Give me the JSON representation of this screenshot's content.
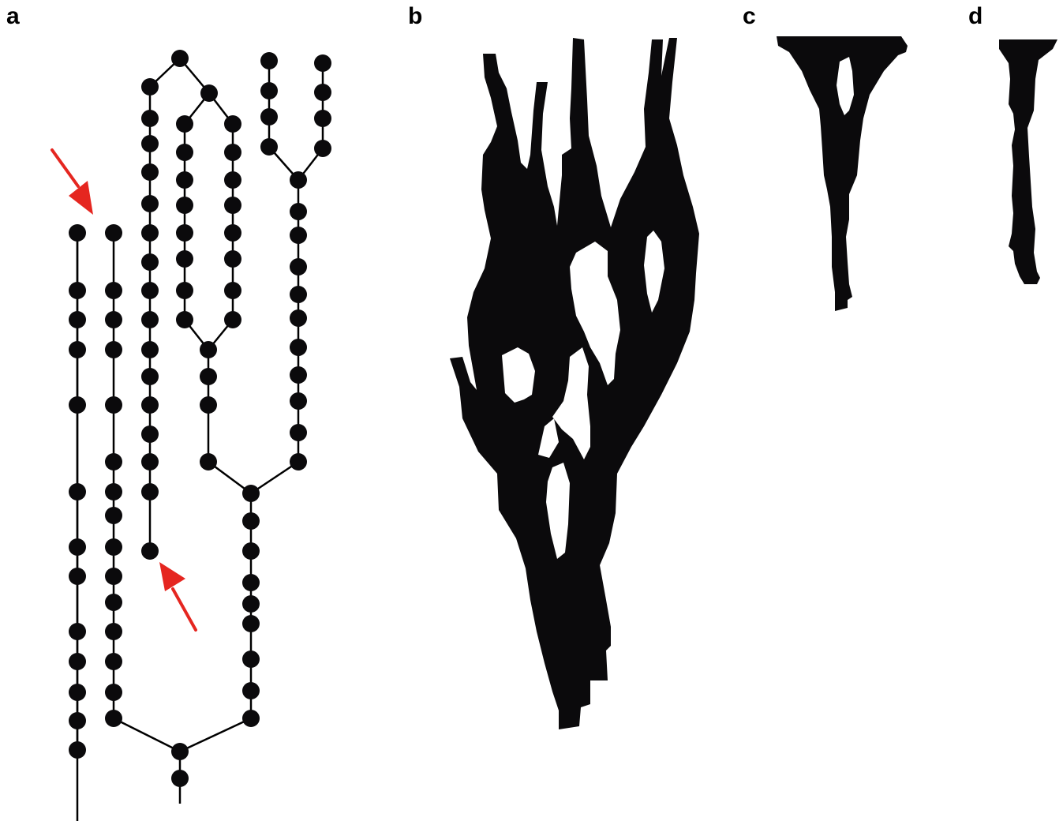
{
  "panels": {
    "a": {
      "label": "a"
    },
    "b": {
      "label": "b"
    },
    "c": {
      "label": "c"
    },
    "d": {
      "label": "d"
    }
  },
  "colors": {
    "ink": "#0b0a0c",
    "line": "#000000",
    "arrow": "#e52620",
    "background": "#ffffff"
  }
}
